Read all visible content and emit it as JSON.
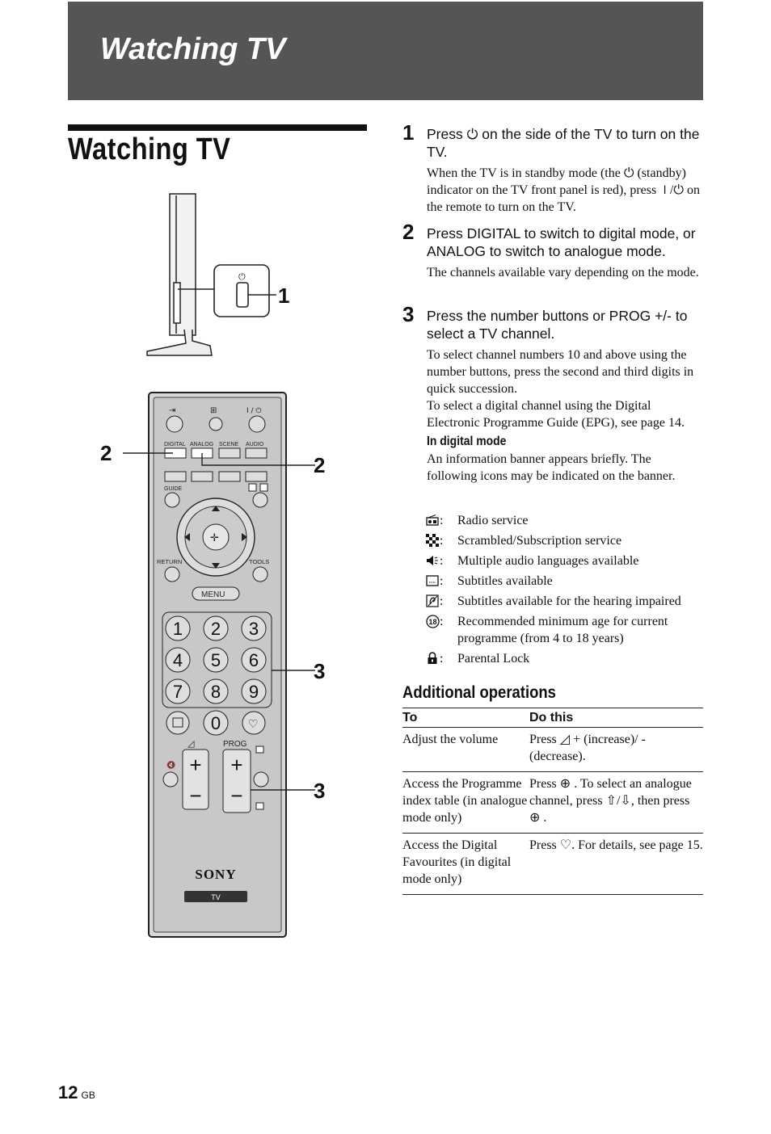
{
  "header": {
    "title": "Watching TV"
  },
  "page_title": "Watching TV",
  "figure": {
    "callouts": [
      "1",
      "2",
      "2",
      "3",
      "3"
    ],
    "remote": {
      "top_labels": [
        "DIGITAL",
        "ANALOG",
        "SCENE",
        "AUDIO"
      ],
      "guide": "GUIDE",
      "return": "RETURN",
      "tools": "TOOLS",
      "menu": "MENU",
      "digits": [
        "1",
        "2",
        "3",
        "4",
        "5",
        "6",
        "7",
        "8",
        "9",
        "0"
      ],
      "prog": "PROG",
      "brand": "SONY",
      "tv": "TV",
      "standby": "I / ⏻"
    }
  },
  "steps": [
    {
      "num": "1",
      "head": "Press ⏻ on the side of the TV to turn on the TV.",
      "body": "When the TV is in standby mode (the ⏻ (standby) indicator on the TV front panel is red), press ⏽/⏻ on the remote to turn on the TV."
    },
    {
      "num": "2",
      "head": "Press DIGITAL to switch to digital mode, or ANALOG to switch to analogue mode.",
      "body": "The channels available vary depending on the mode."
    },
    {
      "num": "3",
      "head": "Press the number buttons or PROG +/- to select a TV channel.",
      "body1": "To select channel numbers 10 and above using the number buttons, press the second and third digits in quick succession.",
      "body2": "To select a digital channel using the Digital Electronic Programme Guide (EPG), see page 14.",
      "subhead": "In digital mode",
      "body3": "An information banner appears briefly. The following icons may be indicated on the banner."
    }
  ],
  "icons": [
    {
      "icon": "radio-icon",
      "label": "Radio service"
    },
    {
      "icon": "scrambled-icon",
      "label": "Scrambled/Subscription service"
    },
    {
      "icon": "audio-languages-icon",
      "label": "Multiple audio languages available"
    },
    {
      "icon": "subtitles-icon",
      "label": "Subtitles available"
    },
    {
      "icon": "hearing-impaired-icon",
      "label": "Subtitles available for the hearing impaired"
    },
    {
      "icon": "age-18-icon",
      "label": "Recommended minimum age for current programme (from 4 to 18 years)"
    },
    {
      "icon": "lock-icon",
      "label": "Parental Lock"
    }
  ],
  "additional": {
    "title": "Additional operations",
    "headers": [
      "To",
      "Do this"
    ],
    "rows": [
      {
        "to": "Adjust the volume",
        "do": "Press ◿ + (increase)/ - (decrease)."
      },
      {
        "to": "Access the Programme index table (in analogue mode only)",
        "do": "Press ⊕ . To select an analogue channel, press ⇧/⇩, then press ⊕ ."
      },
      {
        "to": "Access the Digital Favourites (in digital mode only)",
        "do": "Press ♡. For details, see page 15."
      }
    ]
  },
  "footer": {
    "page": "12",
    "suffix": "GB"
  }
}
